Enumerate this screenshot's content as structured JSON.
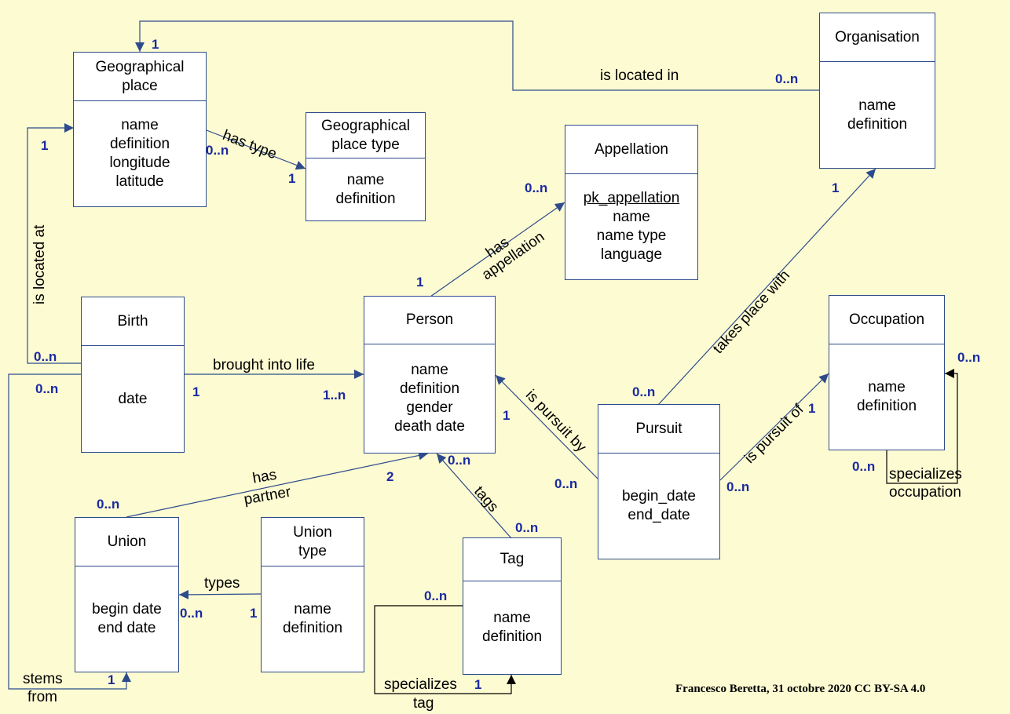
{
  "entities": {
    "geographical_place": {
      "title": [
        "Geographical",
        "place"
      ],
      "attrs": [
        "name",
        "definition",
        "longitude",
        "latitude"
      ]
    },
    "geographical_place_type": {
      "title": [
        "Geographical",
        "place type"
      ],
      "attrs": [
        "name",
        "definition"
      ]
    },
    "appellation": {
      "title": [
        "Appellation"
      ],
      "pk": "pk_appellation",
      "attrs": [
        "name",
        "name type",
        "language"
      ]
    },
    "organisation": {
      "title": [
        "Organisation"
      ],
      "attrs": [
        "name",
        "definition"
      ]
    },
    "birth": {
      "title": [
        "Birth"
      ],
      "attrs": [
        "date"
      ]
    },
    "person": {
      "title": [
        "Person"
      ],
      "attrs": [
        "name",
        "definition",
        "gender",
        "death date"
      ]
    },
    "occupation": {
      "title": [
        "Occupation"
      ],
      "attrs": [
        "name",
        "definition"
      ]
    },
    "pursuit": {
      "title": [
        "Pursuit"
      ],
      "attrs": [
        "begin_date",
        "end_date"
      ]
    },
    "union": {
      "title": [
        "Union"
      ],
      "attrs": [
        "begin date",
        "end date"
      ]
    },
    "union_type": {
      "title": [
        "Union",
        "type"
      ],
      "attrs": [
        "name",
        "definition"
      ]
    },
    "tag": {
      "title": [
        "Tag"
      ],
      "attrs": [
        "name",
        "definition"
      ]
    }
  },
  "relations": {
    "is_located_in": {
      "label": "is located in",
      "from_card": "0..n",
      "to_card": "1"
    },
    "has_type": {
      "label": "has type",
      "from_card": "0..n",
      "to_card": "1"
    },
    "is_located_at": {
      "label": "is located at",
      "from_card": "0..n",
      "to_card": "1"
    },
    "has_appellation": {
      "label": [
        "has",
        "appellation"
      ],
      "from_card": "1",
      "to_card": "0..n"
    },
    "takes_place_with": {
      "label": "takes place with",
      "from_card": "0..n",
      "to_card": "1"
    },
    "brought_into_life": {
      "label": "brought into life",
      "from_card": "1",
      "to_card": "1..n"
    },
    "is_pursuit_by": {
      "label": "is pursuit by",
      "from_card": "0..n",
      "to_card": "1"
    },
    "is_pursuit_of": {
      "label": "is pursuit of",
      "from_card": "0..n",
      "to_card": "1"
    },
    "specializes_occupation": {
      "label": [
        "specializes",
        "occupation"
      ],
      "from_card": "0..n",
      "to_card": "0..n"
    },
    "has_partner": {
      "label": [
        "has",
        "partner"
      ],
      "from_card": "0..n",
      "to_card": "2"
    },
    "tags": {
      "label": "tags",
      "from_card": "0..n",
      "to_card": "0..n"
    },
    "types": {
      "label": "types",
      "from_card": "1",
      "to_card": "0..n"
    },
    "stems_from": {
      "label": [
        "stems",
        "from"
      ],
      "from_card": "0..n",
      "to_card": "1"
    },
    "specializes_tag": {
      "label": [
        "specializes",
        "tag"
      ],
      "from_card": "0..n",
      "to_card": "1"
    }
  },
  "credit": "Francesco Beretta, 31 octobre 2020 CC BY-SA 4.0",
  "colors": {
    "background": "#fdfbd2",
    "line": "#2d4b8c",
    "cardinality": "#1a2aa0",
    "black_line": "#000000"
  }
}
